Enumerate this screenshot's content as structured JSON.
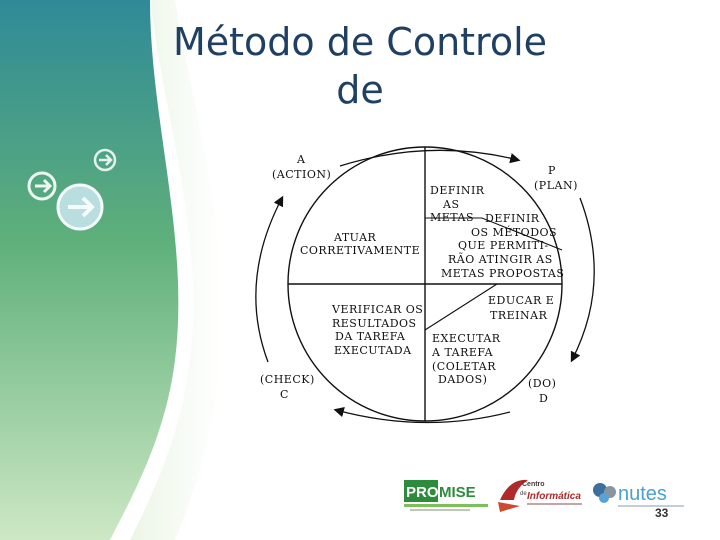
{
  "slide": {
    "title_line1": "Método de Controle de",
    "title_line2": "processo",
    "page_number": "33"
  },
  "colors": {
    "title": "#1f3f63",
    "sidebar_green": "#7ec17a",
    "sidebar_teal": "#2f8a97",
    "promise_green": "#2d8c3c",
    "nutes_blue": "#4aa0cf"
  },
  "diagram": {
    "quadrant_a": {
      "letter": "A",
      "name": "(ACTION)",
      "text": [
        "ATUAR",
        "CORRETIVAMENTE"
      ]
    },
    "quadrant_p": {
      "letter": "P",
      "name": "(PLAN)",
      "text_define_goals": [
        "DEFINIR",
        "AS",
        "METAS"
      ],
      "text_define_methods": [
        "DEFINIR",
        "OS MÉTODOS",
        "QUE PERMITI-",
        "RÃO ATINGIR AS",
        "METAS PROPOSTAS"
      ]
    },
    "quadrant_c": {
      "letter": "C",
      "name": "(CHECK)",
      "text": [
        "VERIFICAR OS",
        "RESULTADOS",
        "DA TAREFA",
        "EXECUTADA"
      ]
    },
    "quadrant_d": {
      "letter": "D",
      "name": "(DO)",
      "text_train": [
        "EDUCAR E",
        "TREINAR"
      ],
      "text_execute": [
        "EXECUTAR",
        "A TAREFA",
        "(COLETAR",
        "DADOS)"
      ]
    }
  },
  "logos": {
    "promise": {
      "brand_pro": "PRO",
      "brand_mise": "MISE"
    },
    "centro": {
      "line1": "Centro",
      "line2": "de",
      "line3": "Informática"
    },
    "nutes": {
      "brand": "nutes"
    }
  }
}
